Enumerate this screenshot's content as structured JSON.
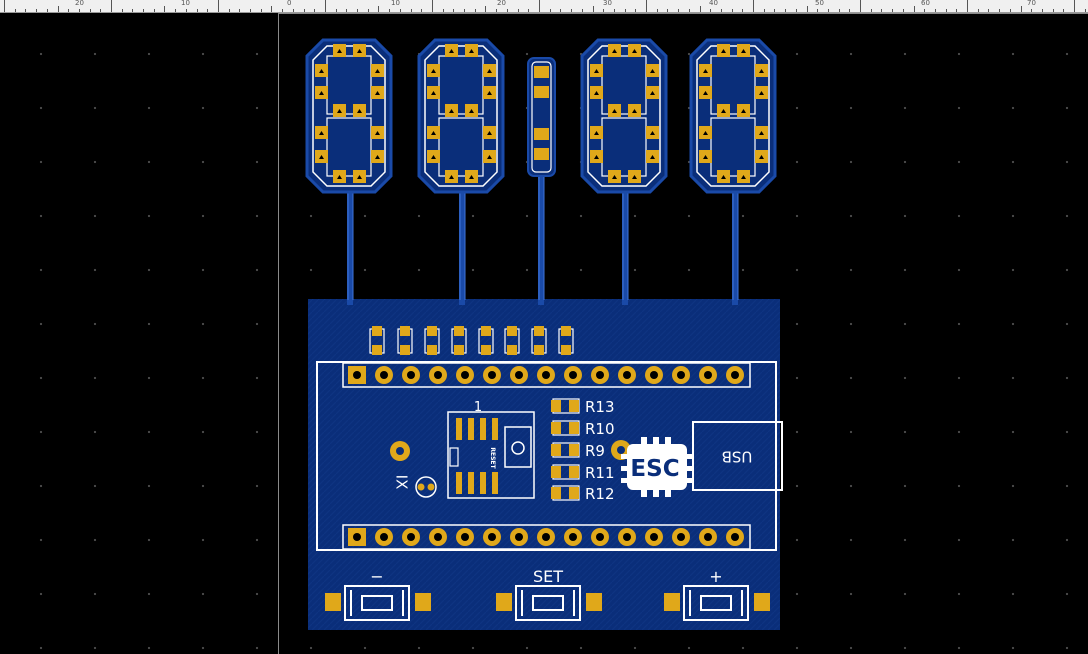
{
  "ruler": {
    "labels": [
      "20",
      "10",
      "0",
      "10",
      "20",
      "30",
      "40",
      "50",
      "60",
      "70"
    ]
  },
  "board": {
    "pin_header_count": 15,
    "resistor_labels": [
      "R13",
      "R10",
      "R9",
      "R11",
      "R12"
    ],
    "chip_pin1_label": "1",
    "reset_label": "RESET",
    "ir_label": "IX",
    "usb_label": "USB",
    "logo_text": "ESC",
    "buttons": [
      {
        "label": "−"
      },
      {
        "label": "SET"
      },
      {
        "label": "+"
      }
    ]
  },
  "colors": {
    "board": "#0a2e7a",
    "copper": "#1a4aa8",
    "pad": "#e0a81a",
    "silkscreen": "#ffffff",
    "background": "#000000"
  }
}
